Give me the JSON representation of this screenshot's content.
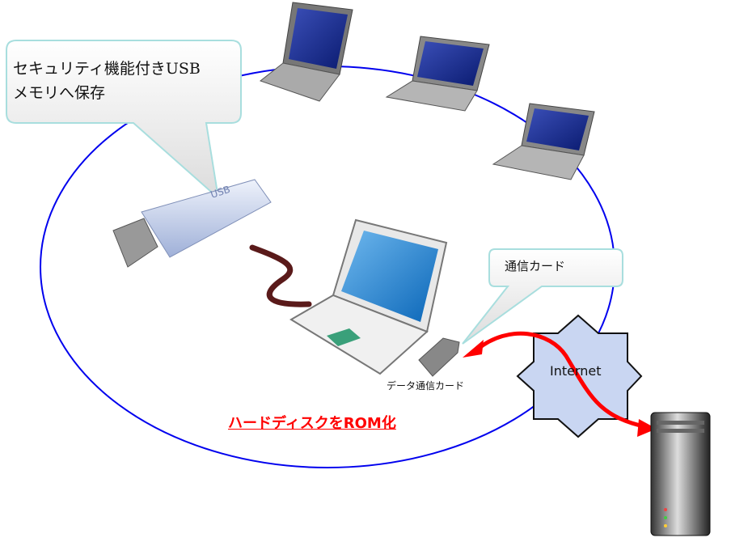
{
  "callouts": {
    "usb": {
      "line1": "セキュリティ機能付きUSB",
      "line2": "メモリへ保存"
    },
    "card": "通信カード"
  },
  "labels": {
    "data_card": "データ通信カード",
    "rom": "ハードディスクをROM化",
    "internet": "Internet",
    "usb_stick": "USB"
  },
  "colors": {
    "ellipse": "#0000ee",
    "arrow": "#ff0000",
    "rom_text": "#ff0000",
    "star_fill": "#c9d6f2"
  }
}
